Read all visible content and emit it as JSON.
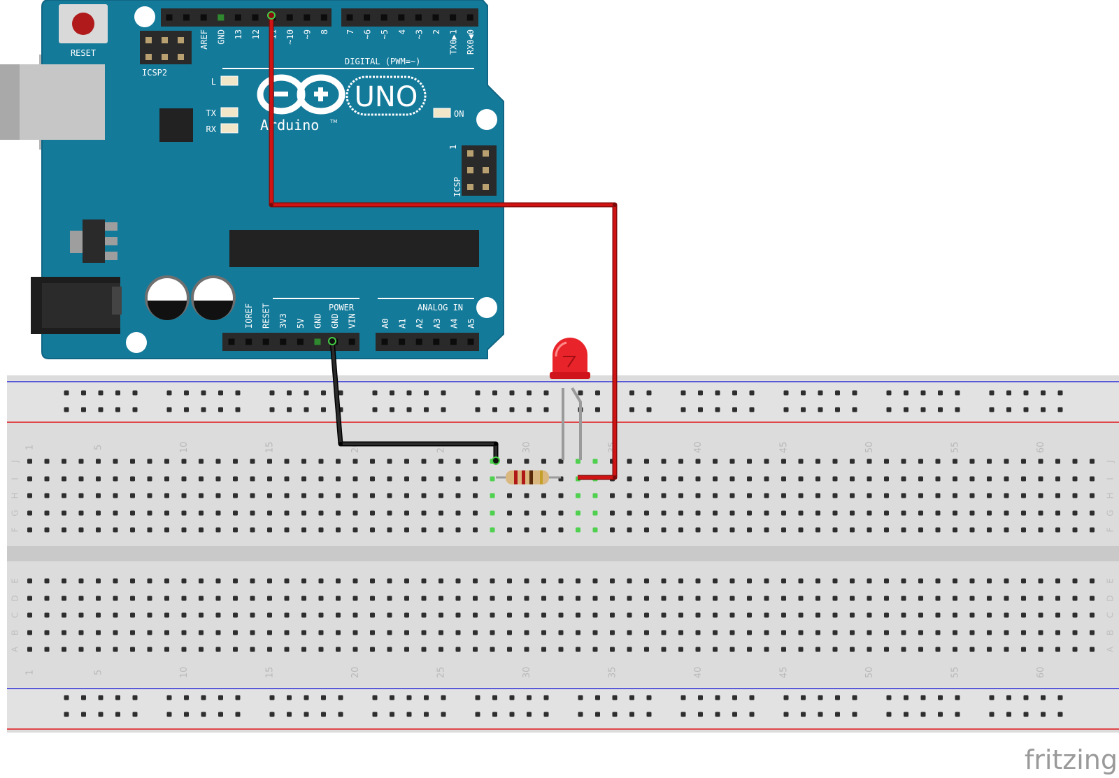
{
  "board": {
    "name": "Arduino UNO",
    "logo_uno": "UNO",
    "logo_brand": "Arduino",
    "tm": "TM",
    "reset_label": "RESET",
    "icsp2_label": "ICSP2",
    "icsp_label": "ICSP",
    "icsp_pin1": "1",
    "led_l": "L",
    "led_tx": "TX",
    "led_rx": "RX",
    "led_on": "ON",
    "digital_header": "DIGITAL (PWM=~)",
    "power_header": "POWER",
    "analog_header": "ANALOG IN",
    "digital_left_pins": [
      "AREF",
      "GND",
      "13",
      "12",
      "~11",
      "~10",
      "~9",
      "8"
    ],
    "digital_right_pins": [
      "7",
      "~6",
      "~5",
      "4",
      "~3",
      "2",
      "TX0▶1",
      "RX0◀0"
    ],
    "power_pins": [
      "IOREF",
      "RESET",
      "3V3",
      "5V",
      "GND",
      "GND",
      "VIN"
    ],
    "analog_pins": [
      "A0",
      "A1",
      "A2",
      "A3",
      "A4",
      "A5"
    ]
  },
  "breadboard": {
    "column_numbers": [
      "1",
      "5",
      "10",
      "15",
      "20",
      "25",
      "30",
      "35",
      "40",
      "45",
      "50",
      "55",
      "60"
    ],
    "top_rows": [
      "J",
      "I",
      "H",
      "G",
      "F"
    ],
    "bottom_rows": [
      "E",
      "D",
      "C",
      "B",
      "A"
    ],
    "colors": {
      "rail_blue": "#2b2bd6",
      "rail_red": "#e0141a",
      "body": "#dcdcdc"
    }
  },
  "components": {
    "led": {
      "color": "#e8232a",
      "name": "LED"
    },
    "resistor": {
      "name": "resistor"
    }
  },
  "wires": [
    {
      "name": "signal-wire",
      "from": "pin ~11",
      "to": "breadboard row I col 33",
      "color": "#cc1010"
    },
    {
      "name": "ground-wire",
      "from": "GND (power header)",
      "to": "breadboard row J col 28",
      "color": "#1a1a1a"
    }
  ],
  "watermark": "fritzing"
}
